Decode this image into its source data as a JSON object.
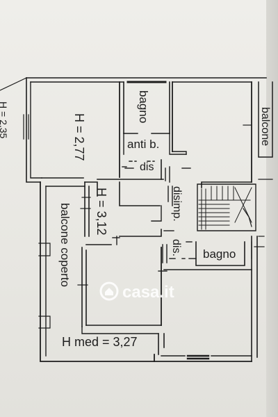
{
  "plan": {
    "rooms": {
      "bagno_top": "bagno",
      "anti_bagno": "anti b.",
      "dis_top": "dis",
      "room_left_height": "H = 2,77",
      "balcone_right": "balcone",
      "disimp": "disimp.",
      "dis_mid": "dis.",
      "bagno_right": "bagno",
      "center_height": "H = 3,12",
      "balcone_coperto": "balcone coperto",
      "h_med": "H med = 3,27",
      "edge_height": "H = 2,35"
    },
    "watermark": {
      "brand": "casa.it",
      "icon": "casa-logo-icon"
    },
    "colors": {
      "ink": "#1d1d1d",
      "paper": "#ecebe6"
    }
  }
}
